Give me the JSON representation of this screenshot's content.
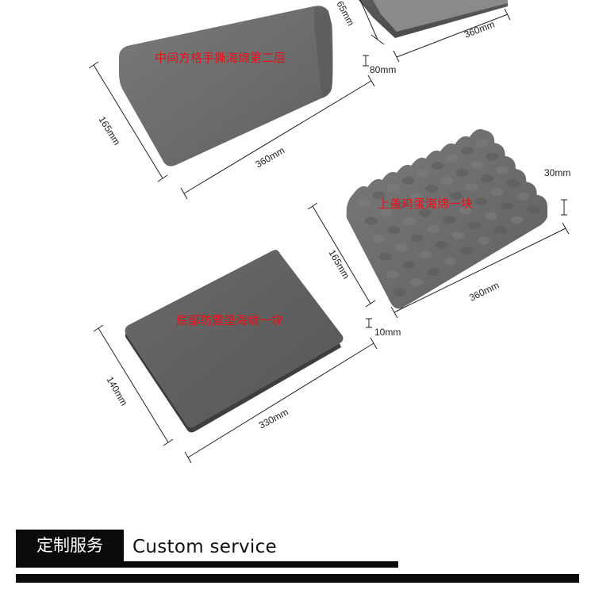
{
  "top_partial": {
    "dim_cut": "65mm",
    "dim_width": "360mm"
  },
  "layer_middle": {
    "label": "中间方格手撕海绵第二层",
    "dim_height": "80mm",
    "dim_width": "360mm",
    "dim_depth": "165mm"
  },
  "layer_top": {
    "label": "上盖鸡蛋海绵一块",
    "dim_height": "30mm",
    "dim_width": "360mm",
    "dim_depth": "165mm"
  },
  "layer_bottom": {
    "label": "底部防震垫海绵一块",
    "dim_height": "10mm",
    "dim_width": "330mm",
    "dim_depth": "140mm"
  },
  "footer": {
    "title_cn": "定制服务",
    "title_en": "Custom service"
  },
  "colors": {
    "foam": "#6f6f6f",
    "label_red": "#e8111a",
    "bar_black": "#0b0b0b"
  }
}
